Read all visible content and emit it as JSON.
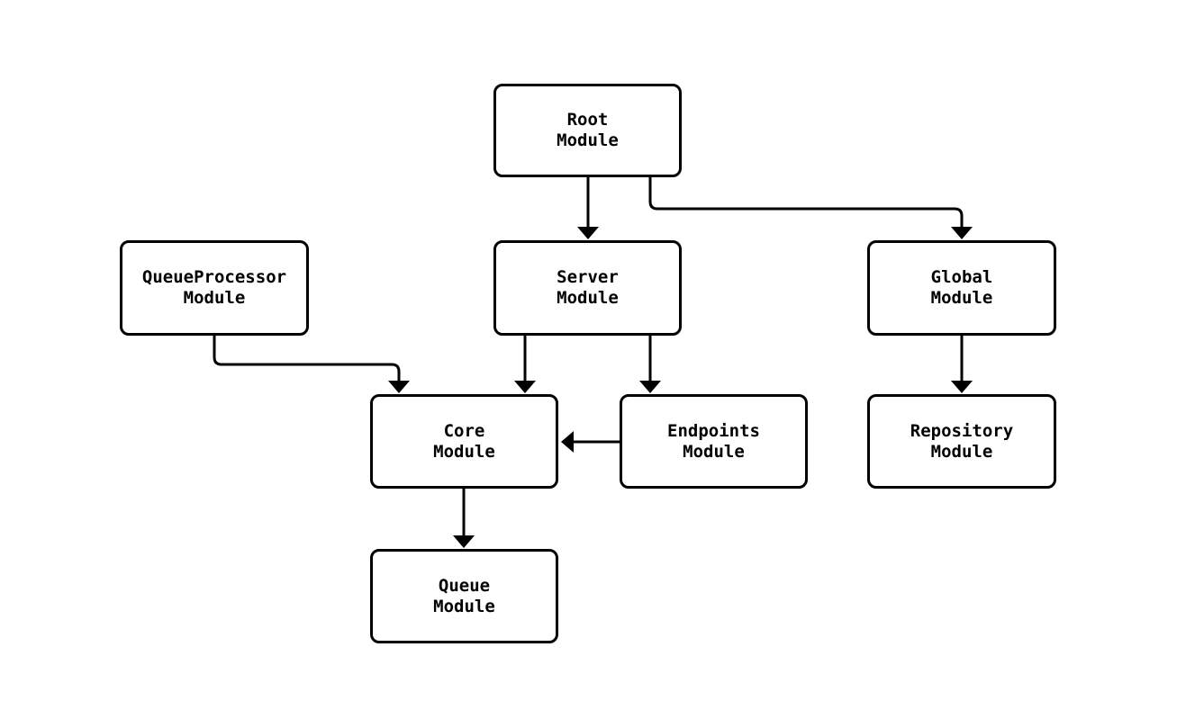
{
  "nodes": [
    {
      "id": "root",
      "line1": "Root",
      "line2": "Module"
    },
    {
      "id": "queueprocessor",
      "line1": "QueueProcessor",
      "line2": "Module"
    },
    {
      "id": "server",
      "line1": "Server",
      "line2": "Module"
    },
    {
      "id": "global",
      "line1": "Global",
      "line2": "Module"
    },
    {
      "id": "core",
      "line1": "Core",
      "line2": "Module"
    },
    {
      "id": "endpoints",
      "line1": "Endpoints",
      "line2": "Module"
    },
    {
      "id": "repository",
      "line1": "Repository",
      "line2": "Module"
    },
    {
      "id": "queue",
      "line1": "Queue",
      "line2": "Module"
    }
  ],
  "edges": [
    {
      "from": "Root Module",
      "to": "Server Module"
    },
    {
      "from": "Root Module",
      "to": "Global Module"
    },
    {
      "from": "QueueProcessor Module",
      "to": "Core Module"
    },
    {
      "from": "Server Module",
      "to": "Core Module"
    },
    {
      "from": "Server Module",
      "to": "Endpoints Module"
    },
    {
      "from": "Endpoints Module",
      "to": "Core Module"
    },
    {
      "from": "Global Module",
      "to": "Repository Module"
    },
    {
      "from": "Core Module",
      "to": "Queue Module"
    }
  ],
  "colors": {
    "background": "#ffffff",
    "node_fill": "#ffffff",
    "stroke": "#000000",
    "text": "#000000"
  }
}
